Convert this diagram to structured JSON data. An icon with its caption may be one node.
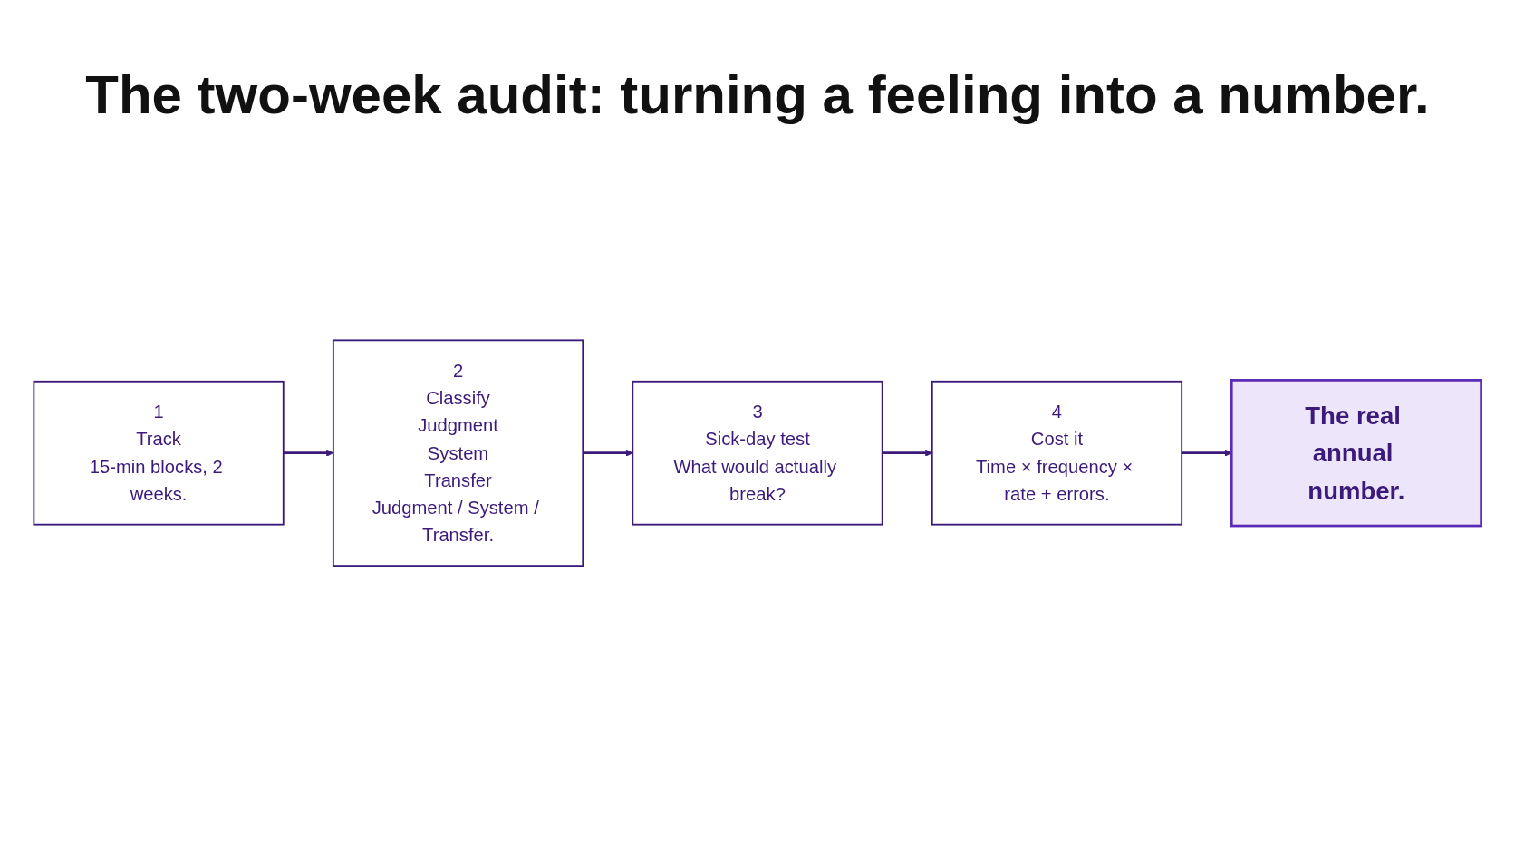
{
  "diagram": {
    "title": "The two-week audit: turning a feeling into a number.",
    "nodes": [
      {
        "text": [
          "1",
          "Track",
          "15-min blocks, 2 weeks."
        ]
      },
      {
        "text": [
          "2",
          "Classify",
          "Judgment",
          "System",
          "Transfer",
          "Judgment / System / Transfer."
        ]
      },
      {
        "text": [
          "3",
          "Sick-day test",
          "What would actually break?"
        ]
      },
      {
        "text": [
          "4",
          "Cost it",
          "Time × frequency × rate + errors."
        ]
      },
      {
        "text": [
          "The real annual number."
        ]
      }
    ],
    "edges": [
      {
        "from": 0,
        "to": 1,
        "arrow": "to"
      },
      {
        "from": 1,
        "to": 2,
        "arrow": "to"
      },
      {
        "from": 2,
        "to": 3,
        "arrow": "to"
      },
      {
        "from": 3,
        "to": 4,
        "arrow": "to"
      }
    ]
  }
}
